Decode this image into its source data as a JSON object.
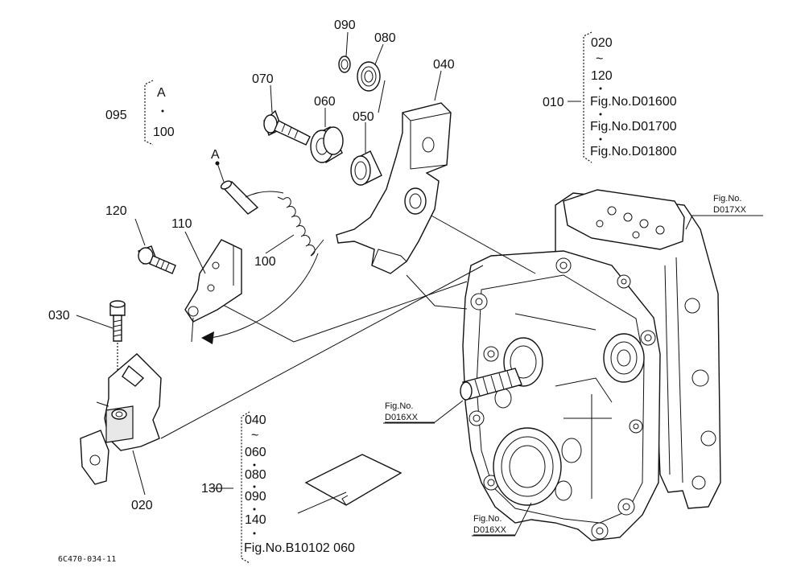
{
  "figure_code": "6C470-034-11",
  "callouts": {
    "p010": "010",
    "p020": "020",
    "p030": "030",
    "p040": "040",
    "p050": "050",
    "p060": "060",
    "p070": "070",
    "p080": "080",
    "p090": "090",
    "p095": "095",
    "p100": "100",
    "p110": "110",
    "p120": "120",
    "p130": "130",
    "ref_a": "A"
  },
  "group_010": {
    "range_from": "020",
    "tilde": "~",
    "range_to": "120",
    "refs": [
      "Fig.No.D01600",
      "Fig.No.D01700",
      "Fig.No.D01800"
    ]
  },
  "group_095": {
    "item_1": "A",
    "item_2": "100"
  },
  "group_130": {
    "range_from": "040",
    "tilde": "~",
    "items": [
      "060",
      "080",
      "090",
      "140"
    ],
    "ref": "Fig.No.B10102  060"
  },
  "figure_refs": {
    "top_right_line1": "Fig.No.",
    "top_right_line2": "D017XX",
    "shaft_line1": "Fig.No.",
    "shaft_line2": "D016XX",
    "bottom_line1": "Fig.No.",
    "bottom_line2": "D016XX"
  }
}
